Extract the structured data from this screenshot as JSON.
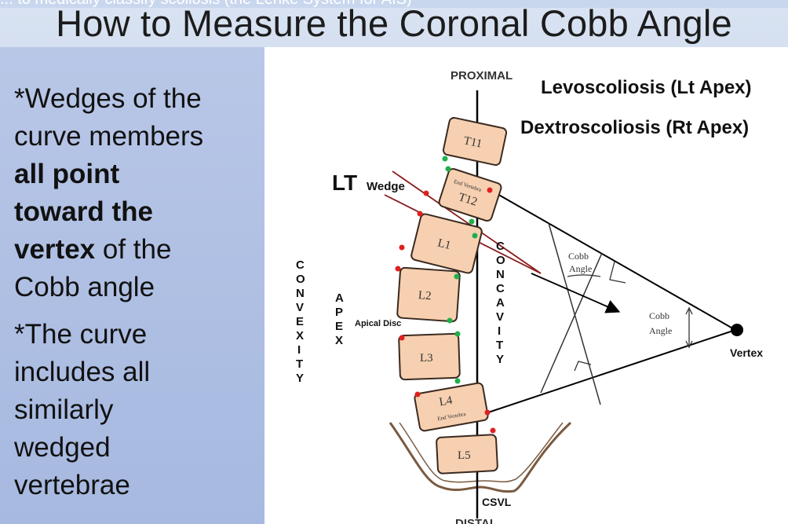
{
  "header": {
    "cut_text": "... to medically classify scoliosis (the Lenke System for AIS)",
    "title": "How to Measure the Coronal Cobb Angle"
  },
  "bullets": {
    "b1_l1": "*Wedges of the",
    "b1_l2": "curve members",
    "b1_l3": "all point",
    "b1_l4": "toward the",
    "b1_l5_bold": "vertex",
    "b1_l5_rest": " of the",
    "b1_l6": "Cobb angle",
    "b2_l1": "*The curve",
    "b2_l2": "includes all",
    "b2_l3": "similarly",
    "b2_l4": "wedged",
    "b2_l5": "vertebrae"
  },
  "figure": {
    "proximal": "PROXIMAL",
    "distal": "DISTAL",
    "levo": "Levoscoliosis (Lt Apex)",
    "dextro": "Dextroscoliosis (Rt Apex)",
    "lt": "LT",
    "wedge": "Wedge",
    "convexity": [
      "C",
      "O",
      "N",
      "V",
      "E",
      "X",
      "I",
      "T",
      "Y"
    ],
    "apex": [
      "A",
      "P",
      "E",
      "X"
    ],
    "concavity": [
      "C",
      "O",
      "N",
      "C",
      "A",
      "V",
      "I",
      "T",
      "Y"
    ],
    "apical_disc": "Apical Disc",
    "cobb_small_1": "Cobb",
    "cobb_small_2": "Angle",
    "cobb_big_1": "Cobb",
    "cobb_big_2": "Angle",
    "vertex": "Vertex",
    "csvl": "CSVL",
    "vertebrae": {
      "t11": "T11",
      "t12": "T12",
      "t12_note": "End Vertebra",
      "l1": "L1",
      "l2": "L2",
      "l3": "L3",
      "l4": "L4",
      "l4_note": "End Vertebra",
      "l5": "L5"
    },
    "colors": {
      "vertebra_fill": "#f6d0b0",
      "vertebra_stroke": "#3a2a20",
      "wedge_line": "#8b1a1a",
      "marker_red": "#e02020",
      "marker_green": "#20b04a"
    }
  }
}
